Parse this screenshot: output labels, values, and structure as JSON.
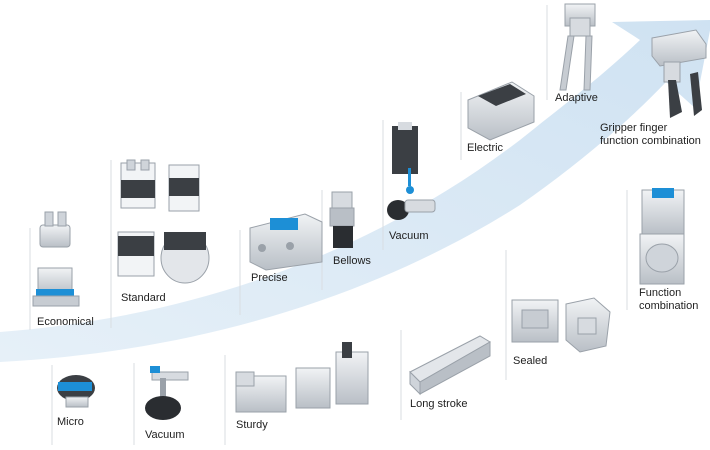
{
  "colors": {
    "arrow_fill": "#dbe9f5",
    "arrow_edge": "#c7ddef",
    "product_body": "#d7dbe0",
    "product_dark": "#3b3f44",
    "product_blue": "#1d8fd6",
    "divider": "#d9dde2",
    "text": "#1e1e1e"
  },
  "labels": {
    "economical": "Economical",
    "micro": "Micro",
    "standard": "Standard",
    "vacuum_low": "Vacuum",
    "precise": "Precise",
    "sturdy": "Sturdy",
    "bellows": "Bellows",
    "vacuum_high": "Vacuum",
    "long_stroke": "Long stroke",
    "electric": "Electric",
    "sealed": "Sealed",
    "adaptive": "Adaptive",
    "gripper_finger_line1": "Gripper finger",
    "gripper_finger_line2": "function combination",
    "function_combination_line1": "Function",
    "function_combination_line2": "combination"
  }
}
